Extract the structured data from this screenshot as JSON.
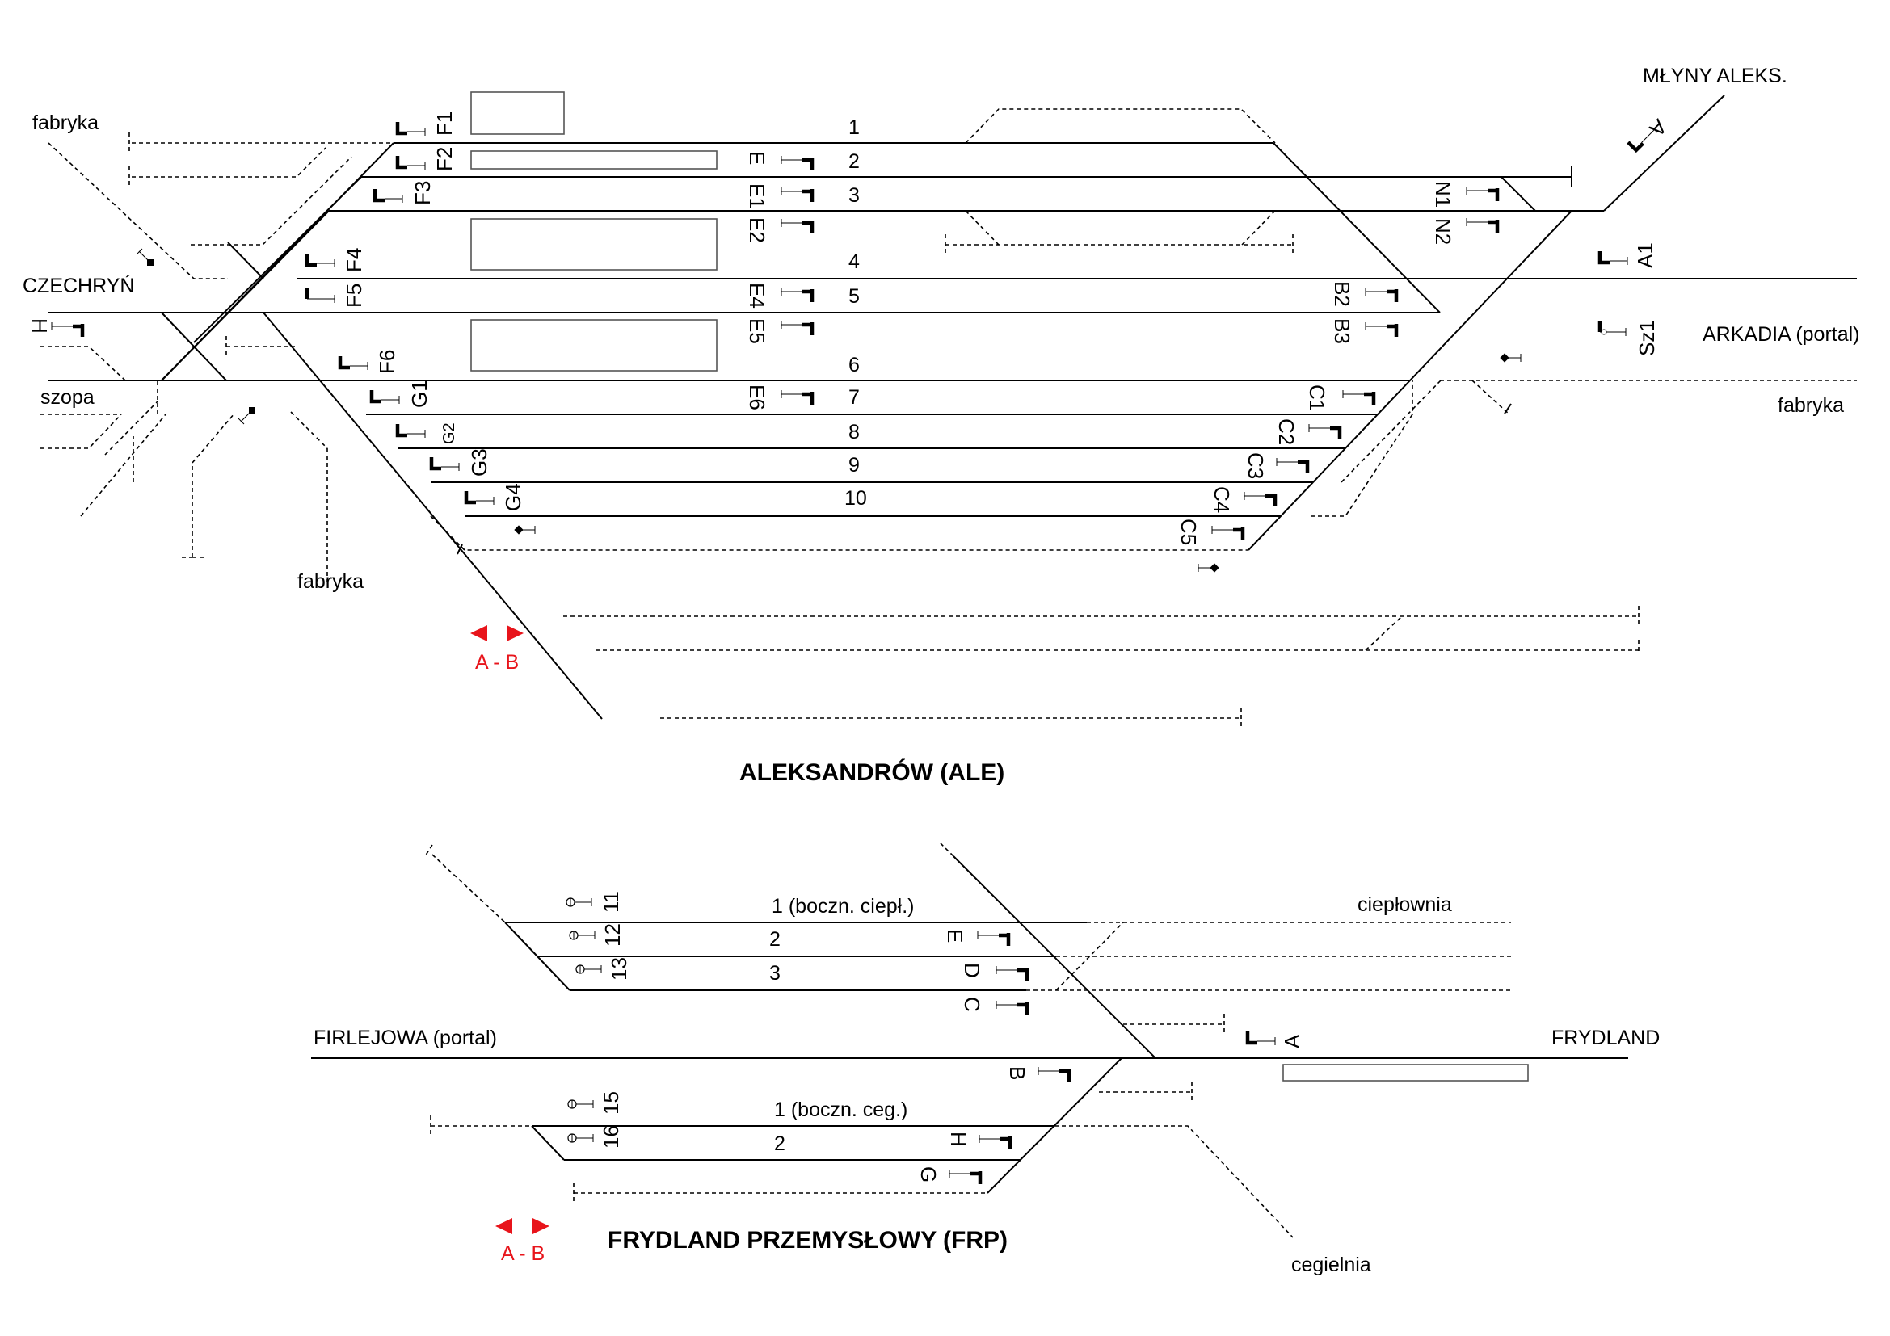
{
  "stations": {
    "ale": {
      "title": "ALEKSANDRÓW (ALE)",
      "directions": {
        "mlyny": "MŁYNY ALEKS.",
        "czechryn": "CZECHRYŃ",
        "arkadia": "ARKADIA (portal)",
        "fabryka_top": "fabryka",
        "fabryka_right": "fabryka",
        "fabryka_bottom": "fabryka",
        "szopa": "szopa"
      },
      "tracks": [
        "1",
        "2",
        "3",
        "4",
        "5",
        "6",
        "7",
        "8",
        "9",
        "10"
      ],
      "signals": {
        "F1": "F1",
        "F2": "F2",
        "F3": "F3",
        "F4": "F4",
        "F5": "F5",
        "F6": "F6",
        "E": "E",
        "E1": "E1",
        "E2": "E2",
        "E4": "E4",
        "E5": "E5",
        "E6": "E6",
        "N1": "N1",
        "N2": "N2",
        "A": "A",
        "A1": "A1",
        "B2": "B2",
        "B3": "B3",
        "Sz1": "Sz1",
        "C1": "C1",
        "C2": "C2",
        "C3": "C3",
        "C4": "C4",
        "C5": "C5",
        "G1": "G1",
        "G2": "G2",
        "G3": "G3",
        "G4": "G4",
        "H": "H"
      },
      "direction_marker": "A - B"
    },
    "frp": {
      "title": "FRYDLAND PRZEMYSŁOWY (FRP)",
      "directions": {
        "firlejowa": "FIRLEJOWA (portal)",
        "frydland": "FRYDLAND",
        "cieplownia": "ciepłownia",
        "cegielnia": "cegielnia"
      },
      "tracks": {
        "t1_top": "1 (boczn. ciepł.)",
        "t2_top": "2",
        "t3_top": "3",
        "t1_bottom": "1 (boczn. ceg.)",
        "t2_bottom": "2"
      },
      "signals": {
        "s11": "11",
        "s12": "12",
        "s13": "13",
        "s15": "15",
        "s16": "16",
        "A": "A",
        "B": "B",
        "C": "C",
        "D": "D",
        "E": "E",
        "G": "G",
        "H": "H"
      },
      "direction_marker": "A - B"
    }
  },
  "colors": {
    "line": "#000000",
    "platform": "#555555",
    "marker": "#e8141b"
  }
}
